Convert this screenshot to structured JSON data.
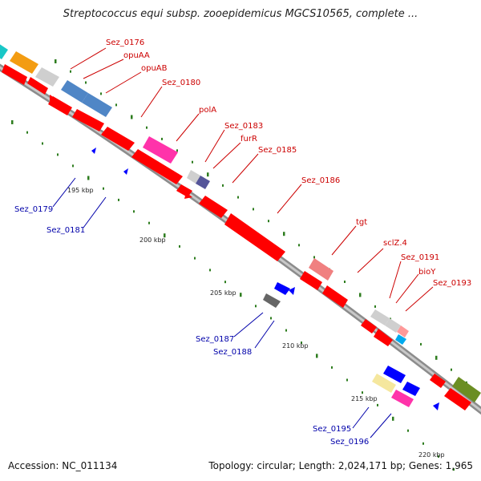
{
  "map": {
    "title": "Streptococcus equi subsp. zooepidemicus MGCS10565, complete ...",
    "accession": "Accession: NC_011134",
    "topology": "Topology: circular; Length: 2,024,171 bp; Genes: 1,965"
  },
  "colors": {
    "backbone": "#a6a6a6",
    "forward_label": "#cc0000",
    "reverse_label": "#0000aa",
    "tick": "#2e7d1f",
    "gene_red": "#ff0000",
    "gene_blue": "#0000ff"
  },
  "scale_labels": [
    "195 kbp",
    "200 kbp",
    "205 kbp",
    "210 kbp",
    "215 kbp",
    "220 kbp"
  ],
  "forward_gene_labels": [
    "Sez_0176",
    "opuAA",
    "opuAB",
    "Sez_0180",
    "polA",
    "Sez_0183",
    "furR",
    "Sez_0185",
    "Sez_0186",
    "tgt",
    "sclZ.4",
    "Sez_0191",
    "bioY",
    "Sez_0193"
  ],
  "reverse_gene_labels": [
    "Sez_0179",
    "Sez_0181",
    "Sez_0187",
    "Sez_0188",
    "Sez_0195",
    "Sez_0196"
  ]
}
